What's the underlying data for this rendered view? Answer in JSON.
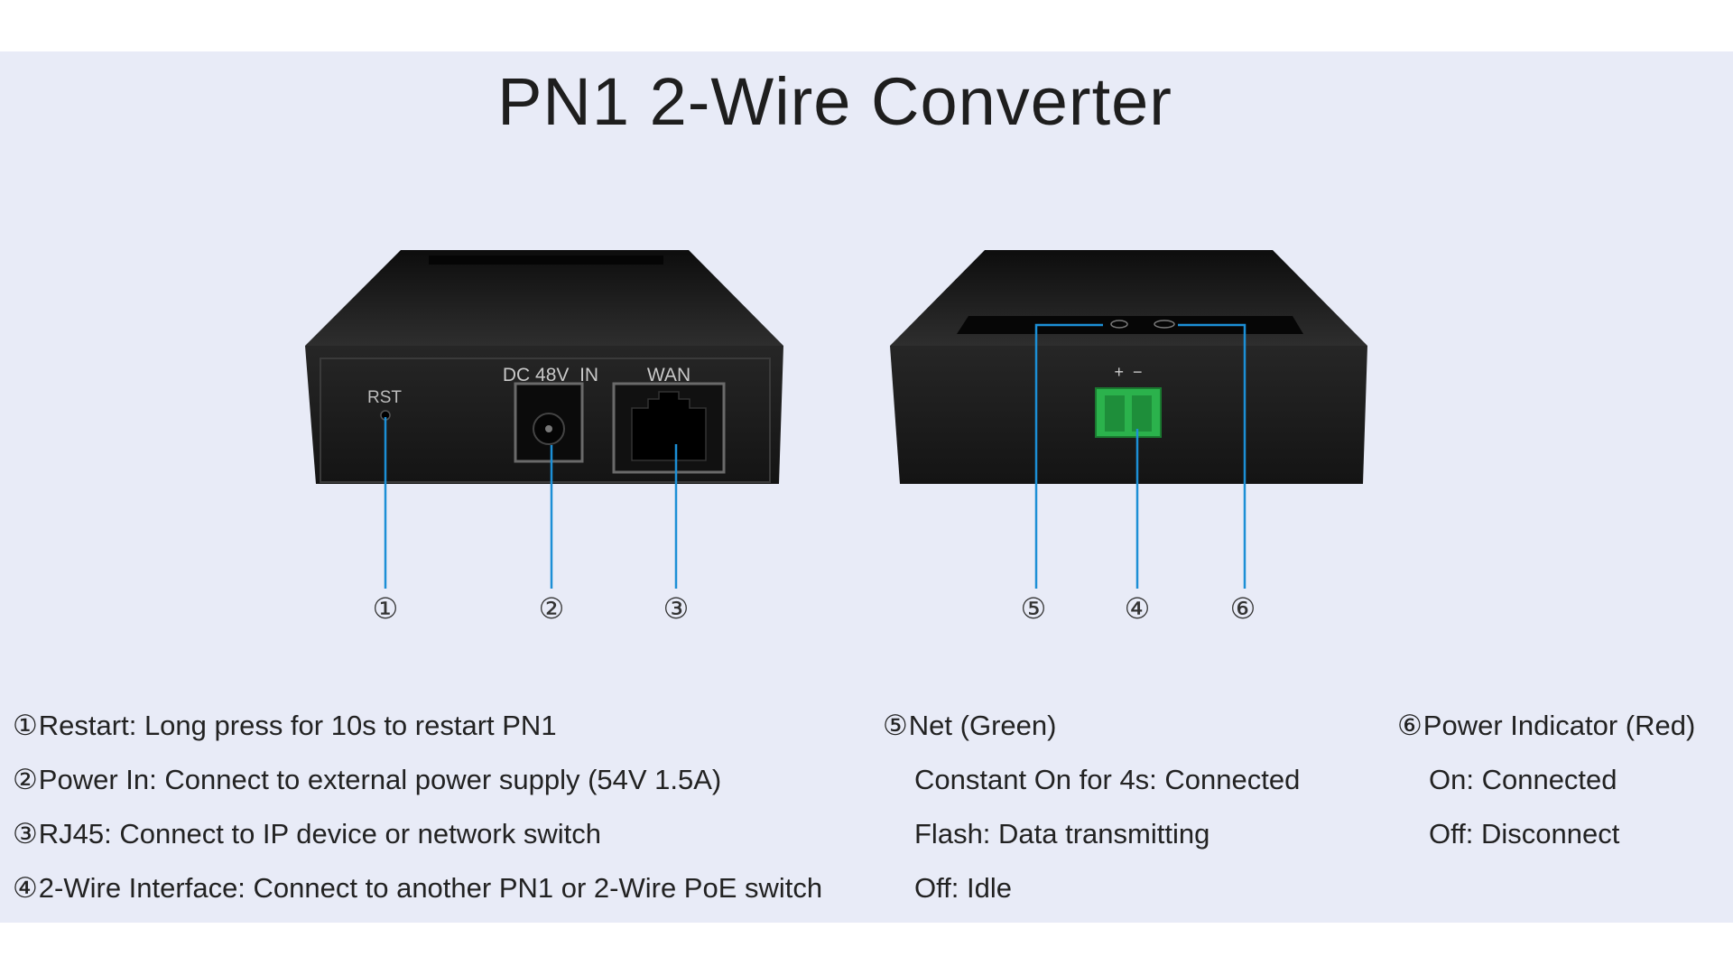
{
  "title": "PN1 2-Wire Converter",
  "device_labels": {
    "rst": "RST",
    "dc_in": "DC 48V  IN",
    "wan": "WAN",
    "plus_minus": "+  −"
  },
  "callouts": [
    "①",
    "②",
    "③",
    "⑤",
    "④",
    "⑥"
  ],
  "descriptions": {
    "left": [
      {
        "num": "①",
        "text": "Restart: Long press for 10s to restart PN1"
      },
      {
        "num": "②",
        "text": "Power In: Connect to external power supply (54V 1.5A)"
      },
      {
        "num": "③",
        "text": "RJ45: Connect to IP device or network switch"
      },
      {
        "num": "④",
        "text": "2-Wire Interface: Connect to another PN1 or 2-Wire PoE switch"
      }
    ],
    "net": {
      "num": "⑤",
      "heading": "Net (Green)",
      "lines": [
        "Constant On for 4s: Connected",
        "Flash: Data transmitting",
        "Off: Idle"
      ]
    },
    "power": {
      "num": "⑥",
      "heading": "Power Indicator (Red)",
      "lines": [
        "On: Connected",
        "Off: Disconnect"
      ]
    }
  },
  "colors": {
    "callout_line": "#1c8fd6",
    "device_body": "#161616",
    "terminal_green": "#2bb24c",
    "panel_bg": "#e8ebf7"
  }
}
